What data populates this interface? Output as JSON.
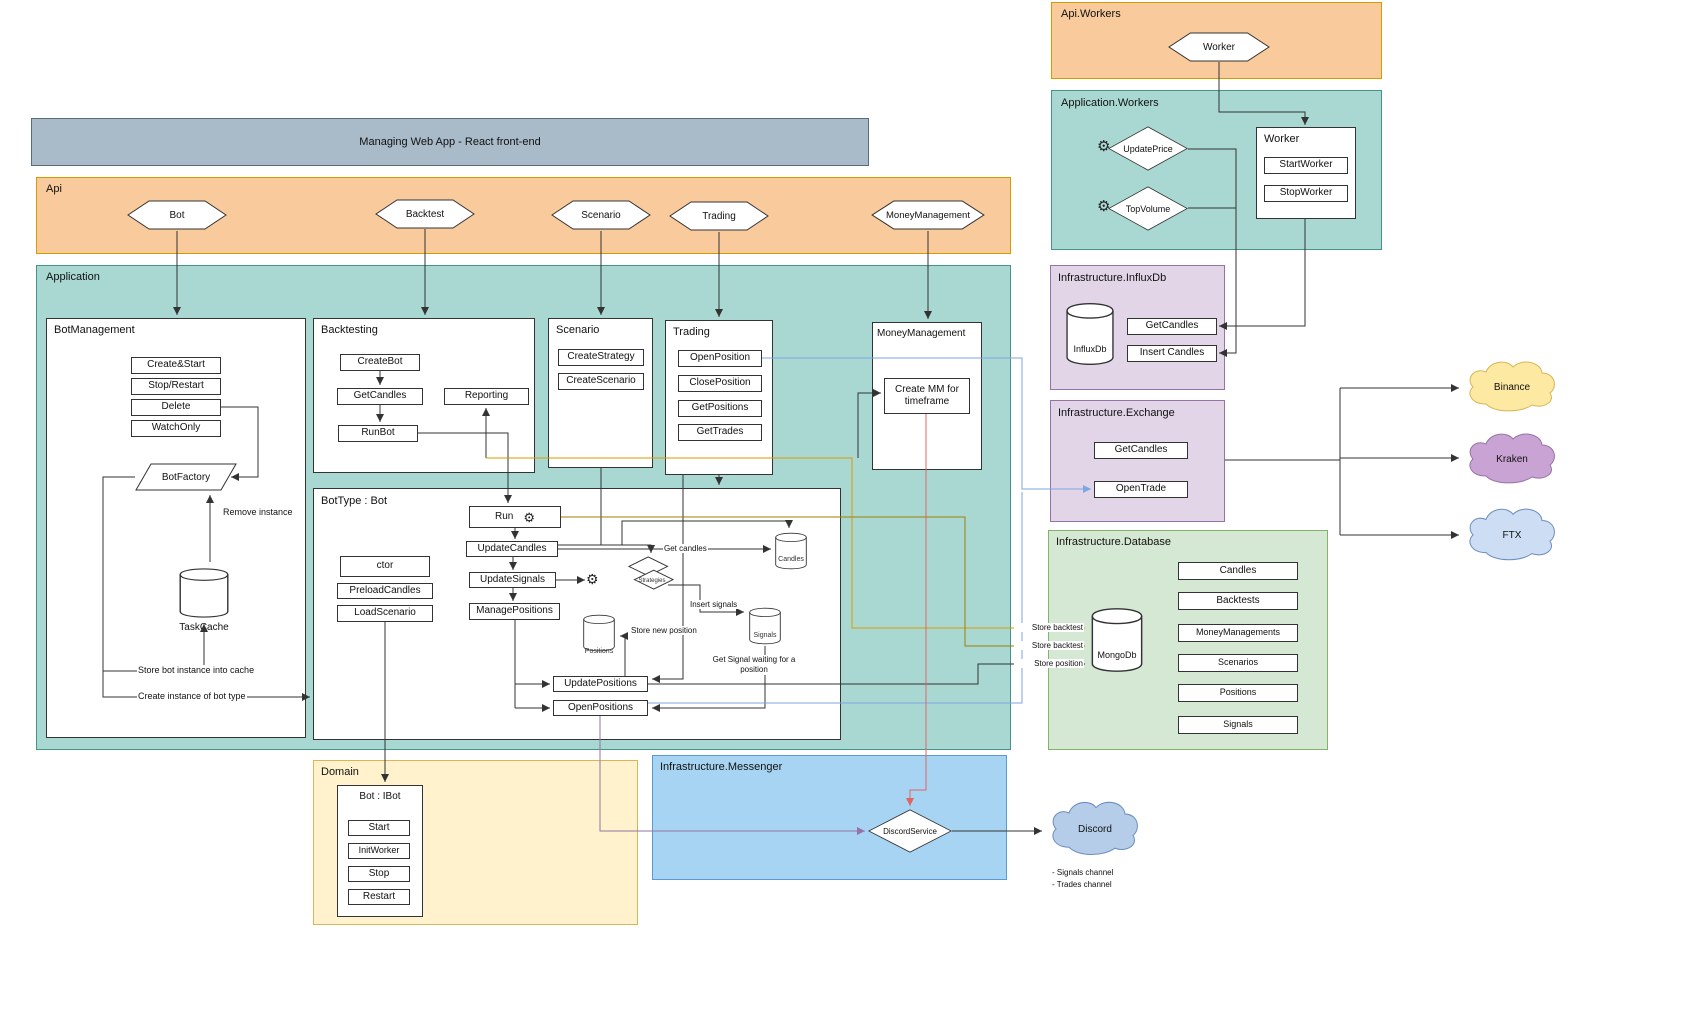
{
  "web_app": {
    "title": "Managing Web App - React front-end"
  },
  "api_workers": {
    "title": "Api.Workers",
    "worker_hex": "Worker"
  },
  "app_workers": {
    "title": "Application.Workers",
    "update_price": "UpdatePrice",
    "top_volume": "TopVolume",
    "worker_box": {
      "title": "Worker",
      "start_worker": "StartWorker",
      "stop_worker": "StopWorker"
    }
  },
  "api": {
    "title": "Api",
    "bot": "Bot",
    "backtest": "Backtest",
    "scenario": "Scenario",
    "trading": "Trading",
    "money_management": "MoneyManagement"
  },
  "application": {
    "title": "Application"
  },
  "bot_management": {
    "title": "BotManagement",
    "create_start": "Create&Start",
    "stop_restart": "Stop/Restart",
    "delete": "Delete",
    "watch_only": "WatchOnly",
    "bot_factory": "BotFactory",
    "task_cache": "TaskCache",
    "remove_instance": "Remove instance",
    "store_bot_instance": "Store bot instance into cache",
    "create_instance": "Create instance of bot type"
  },
  "backtesting": {
    "title": "Backtesting",
    "create_bot": "CreateBot",
    "get_candles": "GetCandles",
    "run_bot": "RunBot",
    "reporting": "Reporting"
  },
  "scenario_box": {
    "title": "Scenario",
    "create_strategy": "CreateStrategy",
    "create_scenario": "CreateScenario"
  },
  "trading_box": {
    "title": "Trading",
    "open_position": "OpenPosition",
    "close_position": "ClosePosition",
    "get_positions": "GetPositions",
    "get_trades": "GetTrades"
  },
  "money_management_box": {
    "title": "MoneyManagement",
    "create_mm": "Create MM for timeframe"
  },
  "bot_type": {
    "title": "BotType : Bot",
    "run": "Run",
    "update_candles": "UpdateCandles",
    "update_signals": "UpdateSignals",
    "manage_positions": "ManagePositions",
    "ctor": "ctor",
    "preload_candles": "PreloadCandles",
    "load_scenario": "LoadScenario",
    "update_positions": "UpdatePositions",
    "open_positions": "OpenPositions",
    "candles_store": "Candles",
    "strategies": "Strategies",
    "positions_store": "Positions",
    "signals_store": "Signals",
    "labels": {
      "get_candles": "Get candles",
      "insert_signals": "Insert signals",
      "store_new_position": "Store new position",
      "get_signal": "Get Signal waiting for a position"
    }
  },
  "influx": {
    "title": "Infrastructure.InfluxDb",
    "db": "InfluxDb",
    "get_candles": "GetCandles",
    "insert_candles": "Insert Candles"
  },
  "exchange": {
    "title": "Infrastructure.Exchange",
    "get_candles": "GetCandles",
    "open_trade": "OpenTrade"
  },
  "database": {
    "title": "Infrastructure.Database",
    "db": "MongoDb",
    "collections": [
      "Candles",
      "Backtests",
      "MoneyManagements",
      "Scenarios",
      "Positions",
      "Signals"
    ]
  },
  "domain": {
    "title": "Domain",
    "bot_ibot": "Bot : IBot",
    "start": "Start",
    "init_worker": "InitWorker",
    "stop": "Stop",
    "restart": "Restart"
  },
  "messenger": {
    "title": "Infrastructure.Messenger",
    "discord_service": "DiscordService"
  },
  "externals": {
    "binance": "Binance",
    "kraken": "Kraken",
    "ftx": "FTX",
    "discord": "Discord",
    "discord_channels": {
      "signals": "- Signals channel",
      "trades": "- Trades channel"
    }
  },
  "edge_labels": {
    "store_backtest_1": "Store backtest",
    "store_backtest_2": "Store backtest",
    "store_position": "Store position"
  },
  "icons": {
    "gear": "⚙"
  },
  "colors": {
    "api_orange": "#f9cb9c",
    "app_teal": "#a9d8d3",
    "infra_purple": "#e1d5e7",
    "database_green": "#d5e8d4",
    "domain_yellow": "#fff2cc",
    "messenger_blue": "#a7d4f2",
    "webapp_gray": "#a9bac8",
    "binance_yellow": "#fde9a2",
    "kraken_purple": "#c9a3d4",
    "ftx_blue": "#cdddf3",
    "discord_blue": "#b5cde8",
    "edge_orange": "#d79b00",
    "edge_olive": "#a08000",
    "edge_blue": "#7ea6e0",
    "edge_red": "#e06666",
    "edge_purple": "#9673a6"
  }
}
